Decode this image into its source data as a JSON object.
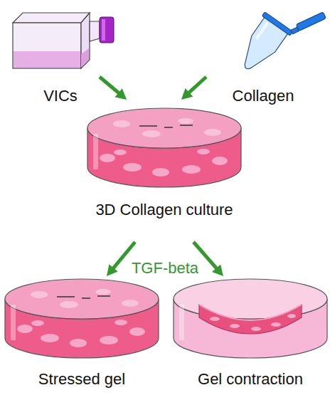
{
  "diagram": {
    "nodes": [
      {
        "text": [
          "VICs"
        ]
      },
      {
        "text": [
          "Collagen"
        ]
      },
      {
        "text": [
          "3D Collagen culture"
        ]
      },
      {
        "text": [
          "Stressed gel"
        ]
      },
      {
        "text": [
          "Gel contraction"
        ]
      }
    ],
    "edges": [
      {
        "from": 0,
        "to": 2,
        "arrow": "to"
      },
      {
        "from": 1,
        "to": 2,
        "arrow": "to"
      },
      {
        "from": 2,
        "to": 3,
        "arrow": "to"
      },
      {
        "from": 2,
        "to": 4,
        "arrow": "to"
      }
    ],
    "labels": [
      "TGF-beta"
    ]
  }
}
